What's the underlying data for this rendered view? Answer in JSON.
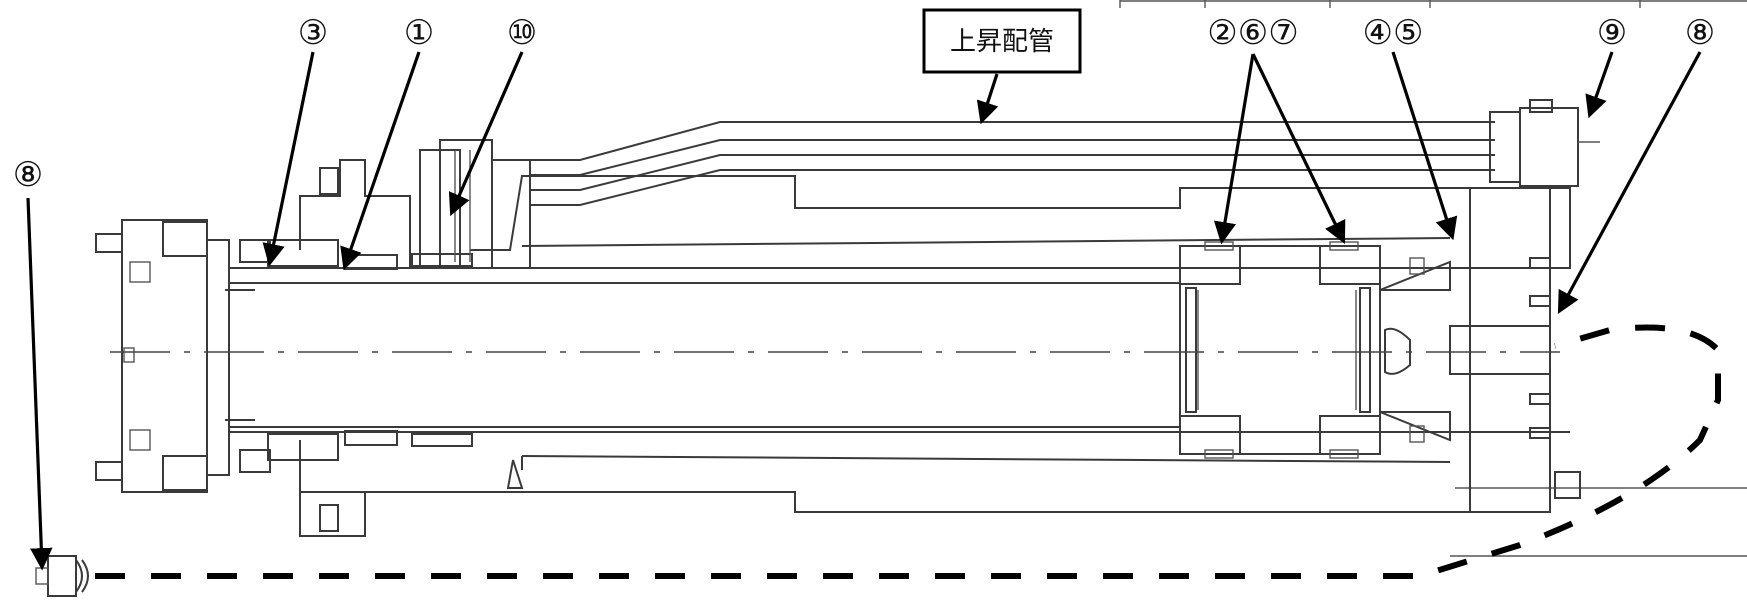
{
  "label_box": "上昇配管",
  "numbers": {
    "n3": "③",
    "n1": "①",
    "n10": "⑩",
    "n267": "②⑥⑦",
    "n45": "④⑤",
    "n9": "⑨",
    "n8_right": "⑧",
    "n8_left": "⑧"
  }
}
